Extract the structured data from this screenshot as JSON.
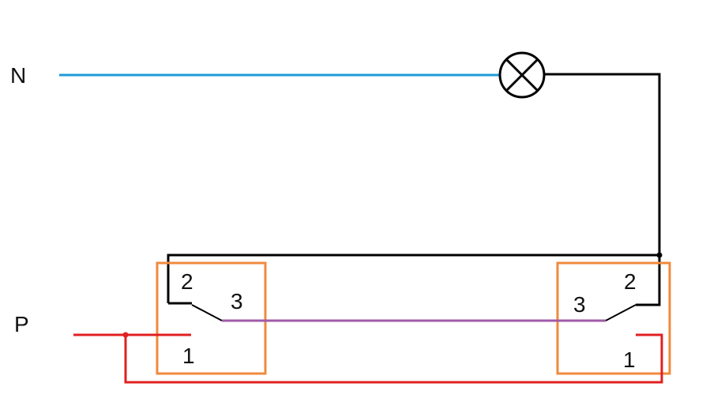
{
  "labels": {
    "neutral": "N",
    "phase": "P",
    "left_switch": {
      "t2": "2",
      "t3": "3",
      "t1": "1"
    },
    "right_switch": {
      "t2": "2",
      "t3": "3",
      "t1": "1"
    }
  },
  "colors": {
    "neutral_wire": "#1e9bd7",
    "phase_wire": "#e02020",
    "return_wire": "#000000",
    "traveler_wire": "#a05aa8",
    "switch_box": "#f08a3c",
    "lamp": "#000000"
  },
  "symbols": [
    "lamp-icon",
    "switch-left",
    "switch-right"
  ]
}
